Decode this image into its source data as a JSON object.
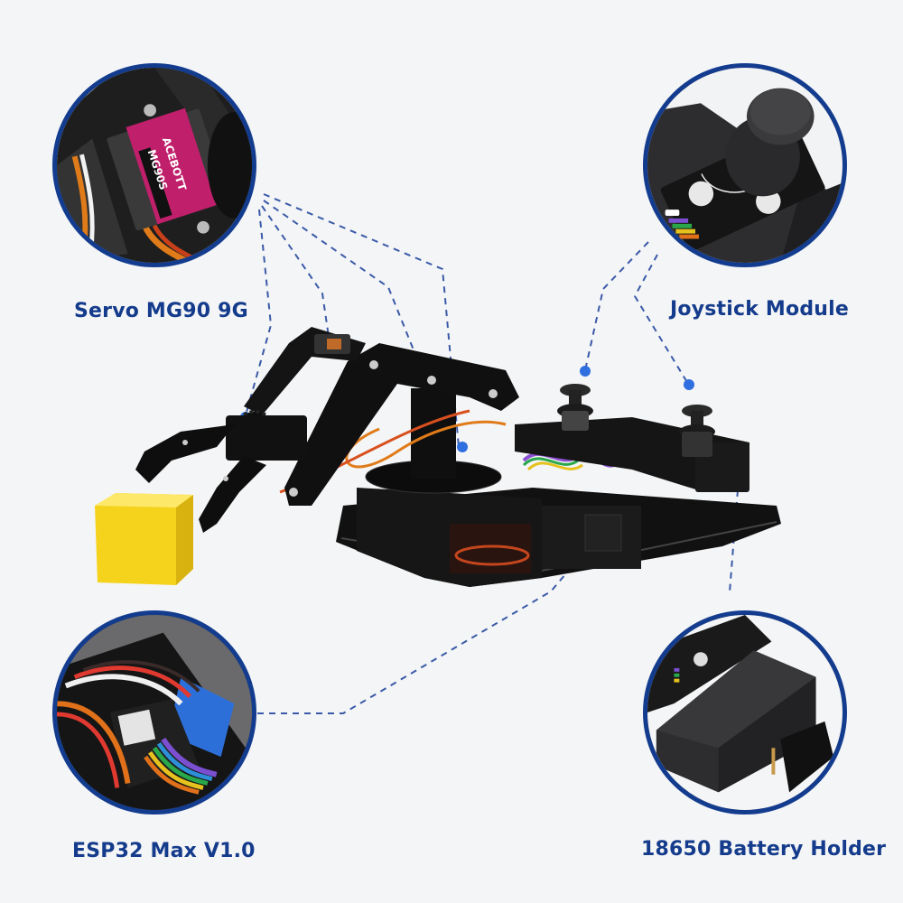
{
  "colors": {
    "background": "#f4f5f6",
    "label_text": "#143b8c",
    "circle_border": "#133c8f",
    "dashed_line": "#3a5aa8",
    "marker_dot": "#2f6fe0",
    "cube": "#f5d21b"
  },
  "callouts": [
    {
      "id": "servo",
      "label": "Servo MG90 9G",
      "image_desc": "Close-up of pink ACEBOTT MG90S servo motor mounted on black acrylic arm",
      "servo_brand": "ACEBOTT",
      "servo_model": "MG90S"
    },
    {
      "id": "joystick",
      "label": "Joystick Module",
      "image_desc": "Close-up of black thumb joystick module with colored ribbon wires"
    },
    {
      "id": "esp32",
      "label": "ESP32 Max V1.0",
      "image_desc": "Close-up of ESP32 board with blue headers and rainbow jumper wires"
    },
    {
      "id": "battery",
      "label": "18650 Battery Holder",
      "image_desc": "Close-up of black 18650 battery holder box under joystick board"
    }
  ],
  "product": {
    "image_desc": "4-DOF black acrylic robotic arm kit with claw gripper holding yellow cube, two joysticks on base"
  }
}
